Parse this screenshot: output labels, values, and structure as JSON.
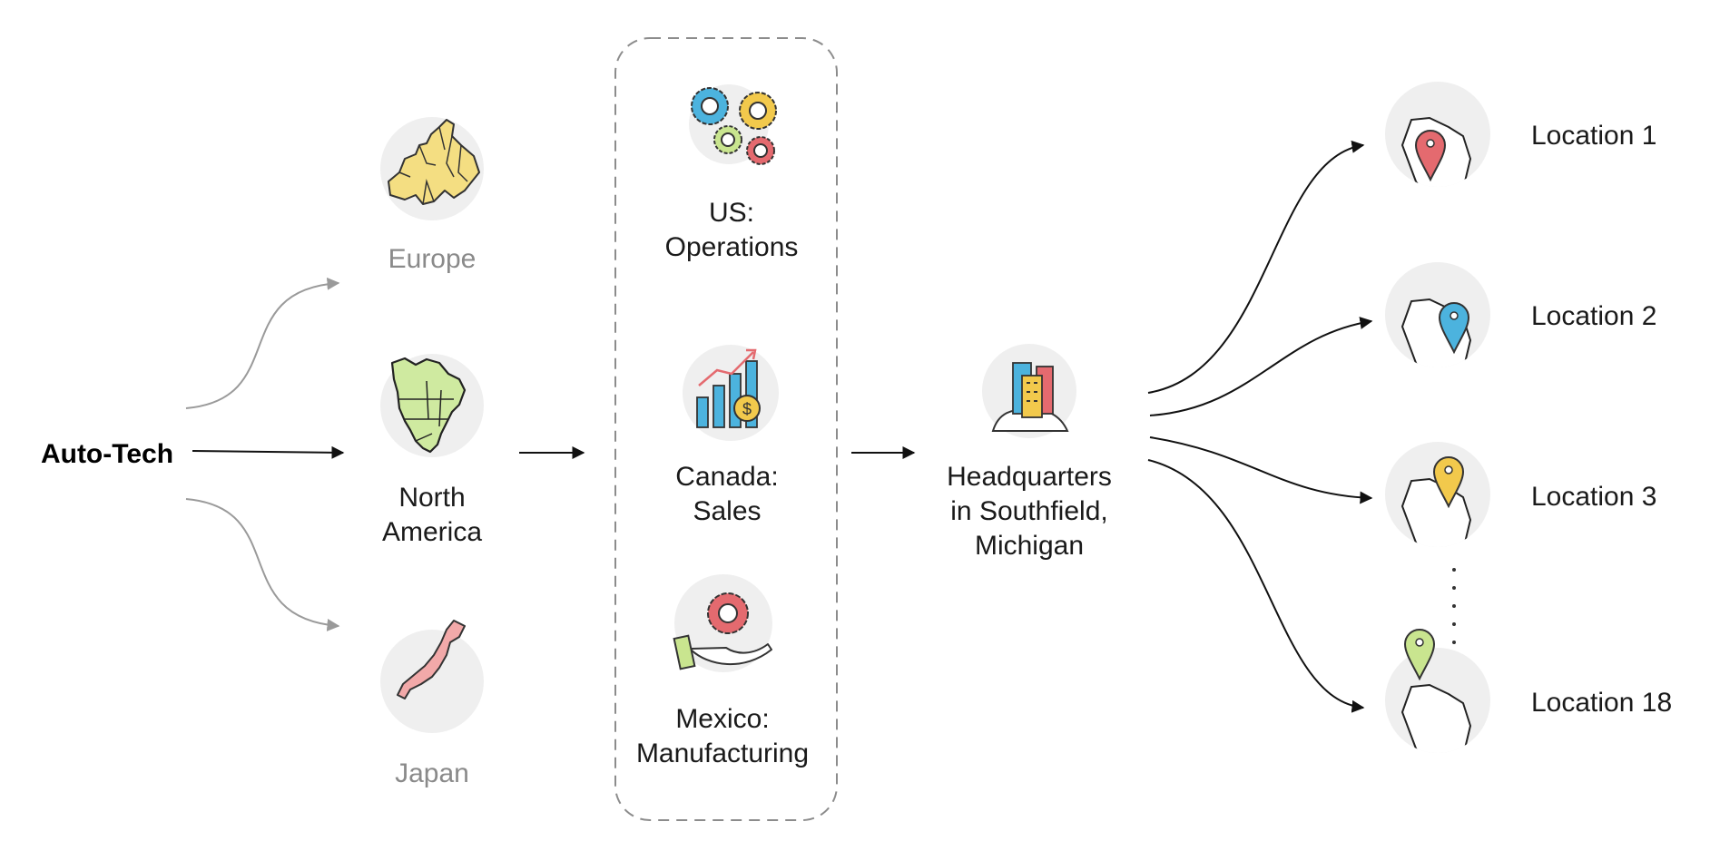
{
  "root": {
    "label": "Auto-Tech"
  },
  "regions": [
    {
      "id": "europe",
      "label": "Europe",
      "muted": true
    },
    {
      "id": "north-america",
      "line1": "North",
      "line2": "America",
      "muted": false
    },
    {
      "id": "japan",
      "label": "Japan",
      "muted": true
    }
  ],
  "functions": [
    {
      "id": "us",
      "line1": "US:",
      "line2": "Operations"
    },
    {
      "id": "canada",
      "line1": "Canada:",
      "line2": "Sales"
    },
    {
      "id": "mexico",
      "line1": "Mexico:",
      "line2": "Manufacturing"
    }
  ],
  "headquarters": {
    "line1": "Headquarters",
    "line2": "in Southfield,",
    "line3": "Michigan"
  },
  "locations": [
    {
      "label": "Location 1",
      "pin_color": "#e46a6f"
    },
    {
      "label": "Location 2",
      "pin_color": "#4cb3de"
    },
    {
      "label": "Location 3",
      "pin_color": "#f2c94c"
    },
    {
      "label": "Location 18",
      "pin_color": "#c9e58f"
    }
  ],
  "colors": {
    "europe_map": "#f4de82",
    "north_america_map": "#cfeaa0",
    "japan_map": "#f2a9a9",
    "gear_blue": "#4cb3de",
    "gear_yellow": "#f2c94c",
    "gear_green": "#c9e58f",
    "gear_red": "#e46a6f",
    "bars": "#4cb3de",
    "coin": "#f2c94c"
  }
}
